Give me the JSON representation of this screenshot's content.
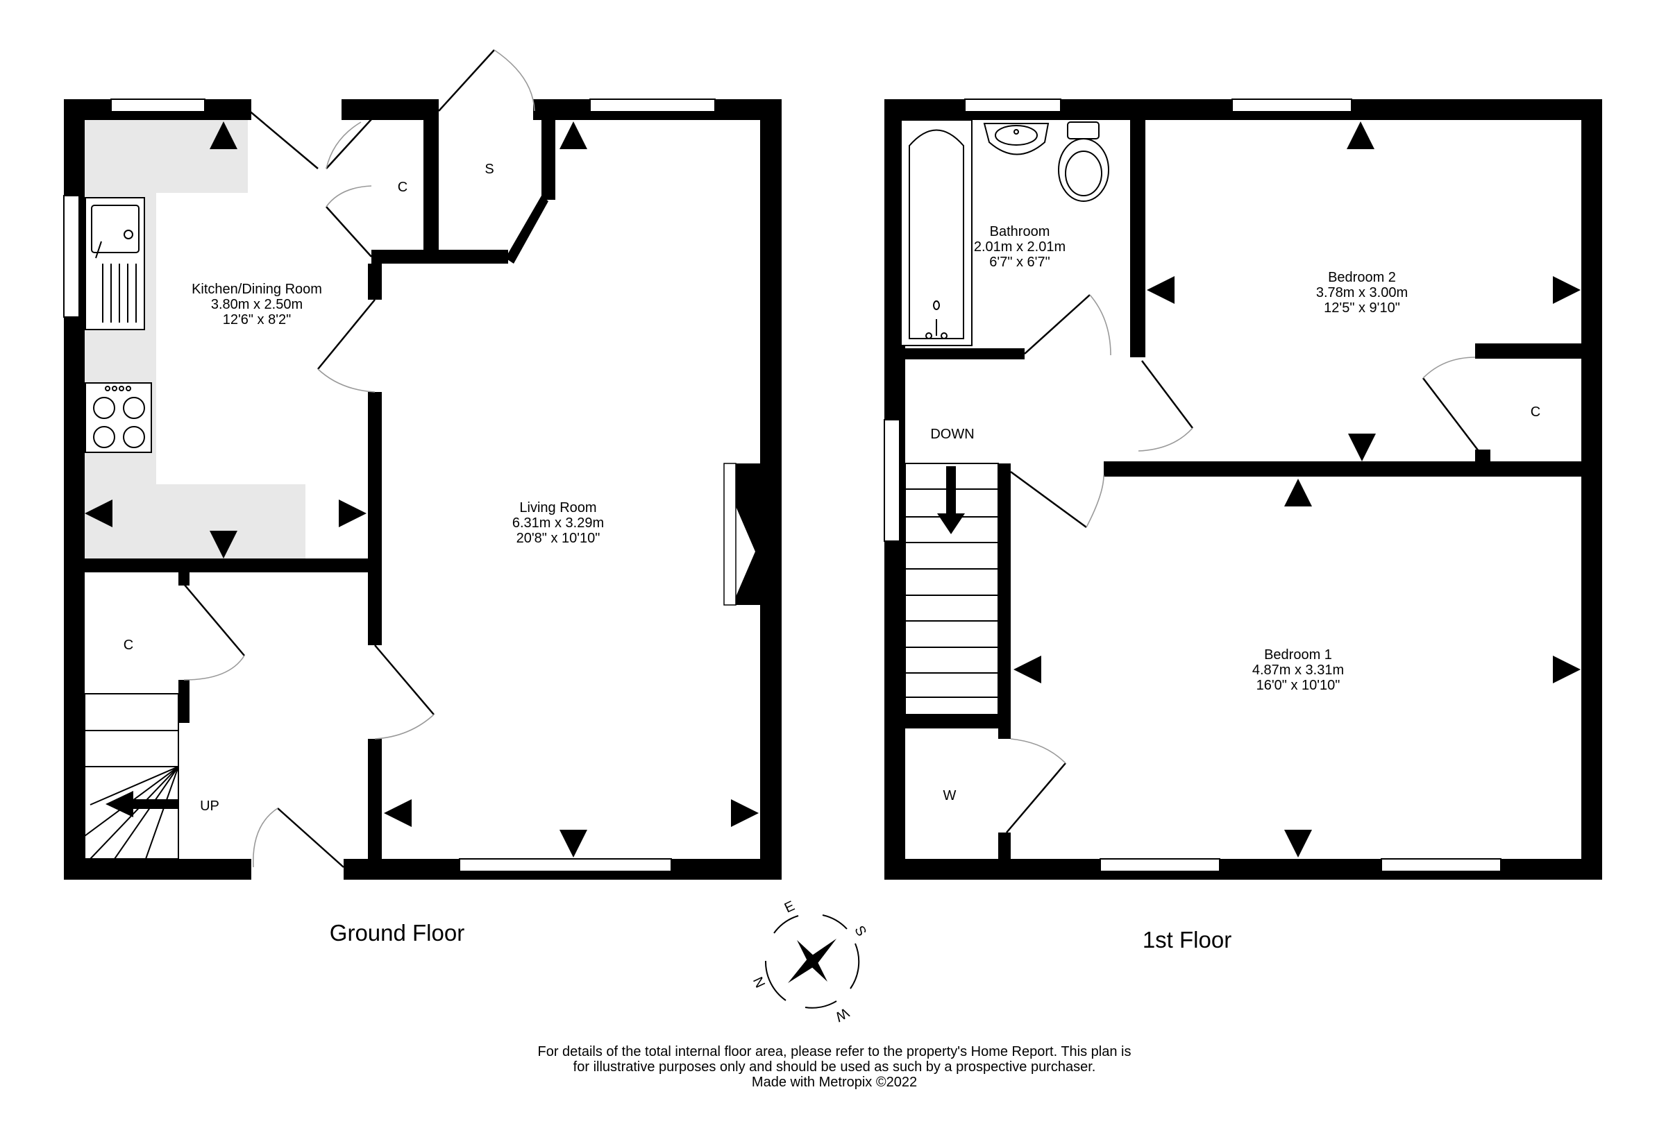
{
  "ground_floor": {
    "title": "Ground Floor",
    "rooms": {
      "kitchen": {
        "name": "Kitchen/Dining Room",
        "metric": "3.80m  x 2.50m",
        "imperial": "12'6\"  x 8'2\""
      },
      "living": {
        "name": "Living Room",
        "metric": "6.31m  x 3.29m",
        "imperial": "20'8\"  x 10'10\""
      },
      "cupboard_top": {
        "label": "C"
      },
      "store": {
        "label": "S"
      },
      "cupboard_hall": {
        "label": "C"
      },
      "stairs": {
        "label": "UP"
      }
    }
  },
  "first_floor": {
    "title": "1st Floor",
    "rooms": {
      "bathroom": {
        "name": "Bathroom",
        "metric": "2.01m  x 2.01m",
        "imperial": "6'7\"  x 6'7\""
      },
      "bedroom2": {
        "name": "Bedroom 2",
        "metric": "3.78m  x 3.00m",
        "imperial": "12'5\"  x 9'10\""
      },
      "bedroom1": {
        "name": "Bedroom 1",
        "metric": "4.87m  x 3.31m",
        "imperial": "16'0\"  x 10'10\""
      },
      "cupboard": {
        "label": "C"
      },
      "wardrobe": {
        "label": "W"
      },
      "stairs": {
        "label": "DOWN"
      }
    }
  },
  "compass": {
    "n": "N",
    "e": "E",
    "s": "S",
    "w": "W"
  },
  "footer": {
    "line1": "For details of the total internal floor area, please refer to the property's Home Report. This plan is",
    "line2": "for illustrative purposes only and should be used as such by a prospective purchaser.",
    "line3": "Made with Metropix ©2022"
  }
}
